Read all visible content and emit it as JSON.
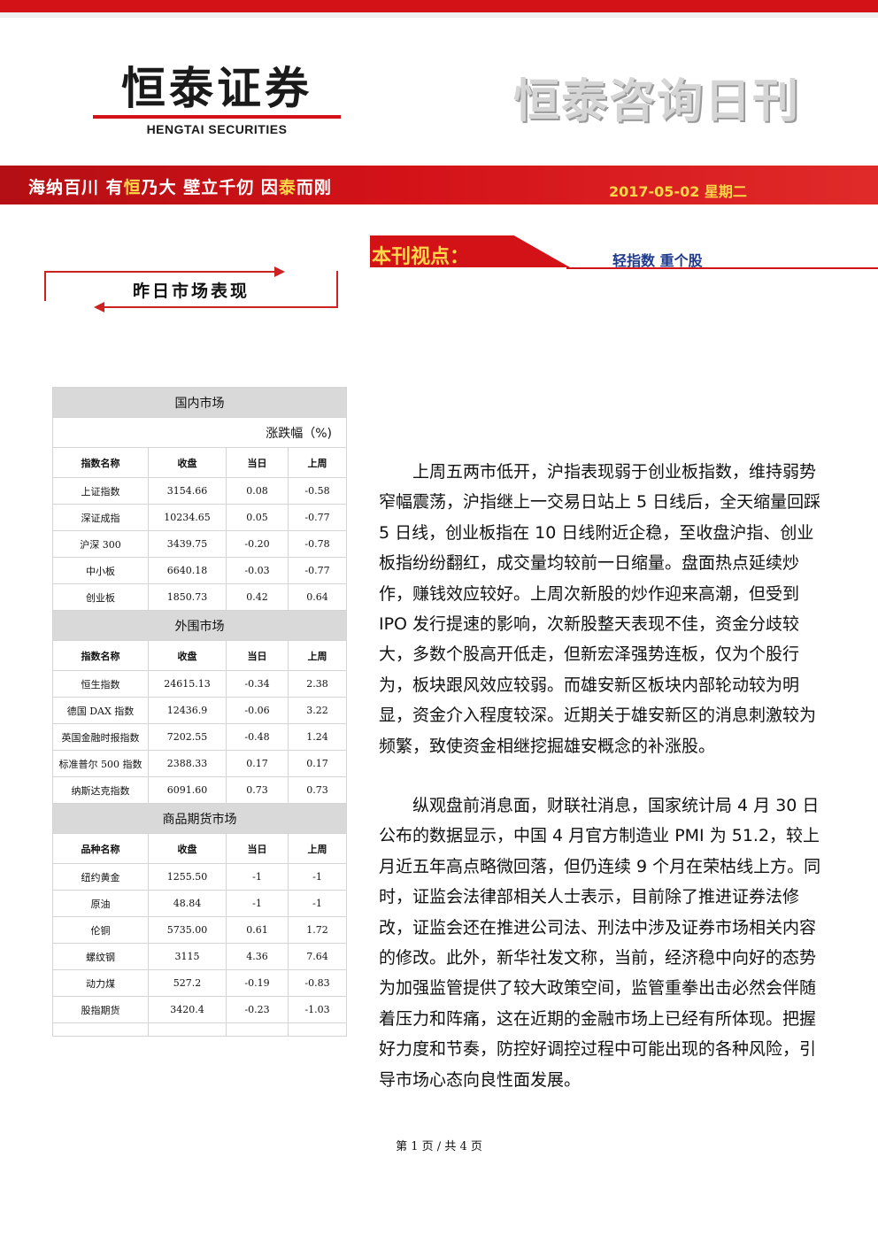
{
  "header": {
    "logo_cn": "恒泰证券",
    "logo_en": "HENGTAI SECURITIES",
    "publication_title": "恒泰咨询日刊"
  },
  "banner": {
    "slogan_parts": [
      "海纳百川 有",
      "恒",
      "乃大  壁立千仞 因",
      "泰",
      "而刚"
    ],
    "date": "2017-05-02 星期二"
  },
  "viewpoint": {
    "label": "本刊视点：",
    "text": "轻指数 重个股"
  },
  "section": {
    "title": "昨日市场表现"
  },
  "market_table": {
    "unit_label": "涨跌幅（%)",
    "domestic": {
      "title": "国内市场",
      "headers": [
        "指数名称",
        "收盘",
        "当日",
        "上周"
      ],
      "rows": [
        [
          "上证指数",
          "3154.66",
          "0.08",
          "-0.58"
        ],
        [
          "深证成指",
          "10234.65",
          "0.05",
          "-0.77"
        ],
        [
          "沪深 300",
          "3439.75",
          "-0.20",
          "-0.78"
        ],
        [
          "中小板",
          "6640.18",
          "-0.03",
          "-0.77"
        ],
        [
          "创业板",
          "1850.73",
          "0.42",
          "0.64"
        ]
      ]
    },
    "foreign": {
      "title": "外围市场",
      "headers": [
        "指数名称",
        "收盘",
        "当日",
        "上周"
      ],
      "rows": [
        [
          "恒生指数",
          "24615.13",
          "-0.34",
          "2.38"
        ],
        [
          "德国 DAX 指数",
          "12436.9",
          "-0.06",
          "3.22"
        ],
        [
          "英国金融时报指数",
          "7202.55",
          "-0.48",
          "1.24"
        ],
        [
          "标准普尔 500 指数",
          "2388.33",
          "0.17",
          "0.17"
        ],
        [
          "纳斯达克指数",
          "6091.60",
          "0.73",
          "0.73"
        ]
      ]
    },
    "commodities": {
      "title": "商品期货市场",
      "headers": [
        "品种名称",
        "收盘",
        "当日",
        "上周"
      ],
      "rows": [
        [
          "纽约黄金",
          "1255.50",
          "-1",
          "-1"
        ],
        [
          "原油",
          "48.84",
          "-1",
          "-1"
        ],
        [
          "伦铜",
          "5735.00",
          "0.61",
          "1.72"
        ],
        [
          "螺纹钢",
          "3115",
          "4.36",
          "7.64"
        ],
        [
          "动力煤",
          "527.2",
          "-0.19",
          "-0.83"
        ],
        [
          "股指期货",
          "3420.4",
          "-0.23",
          "-1.03"
        ]
      ]
    }
  },
  "body": {
    "paragraph1": "上周五两市低开，沪指表现弱于创业板指数，维持弱势窄幅震荡，沪指继上一交易日站上 5 日线后，全天缩量回踩 5 日线，创业板指在 10 日线附近企稳，至收盘沪指、创业板指纷纷翻红，成交量均较前一日缩量。盘面热点延续炒作，赚钱效应较好。上周次新股的炒作迎来高潮，但受到 IPO 发行提速的影响，次新股整天表现不佳，资金分歧较大，多数个股高开低走，但新宏泽强势连板，仅为个股行为，板块跟风效应较弱。而雄安新区板块内部轮动较为明显，资金介入程度较深。近期关于雄安新区的消息刺激较为频繁，致使资金相继挖掘雄安概念的补涨股。",
    "paragraph2": "纵观盘前消息面，财联社消息，国家统计局 4 月 30 日公布的数据显示，中国 4 月官方制造业 PMI 为 51.2，较上月近五年高点略微回落，但仍连续 9 个月在荣枯线上方。同时，证监会法律部相关人士表示，目前除了推进证券法修改，证监会还在推进公司法、刑法中涉及证券市场相关内容的修改。此外，新华社发文称，当前，经济稳中向好的态势为加强监管提供了较大政策空间，监管重拳出击必然会伴随着压力和阵痛，这在近期的金融市场上已经有所体现。把握好力度和节奏，防控好调控过程中可能出现的各种风险，引导市场心态向良性面发展。"
  },
  "footer": {
    "page_label": "第 1 页 / 共 4 页"
  }
}
